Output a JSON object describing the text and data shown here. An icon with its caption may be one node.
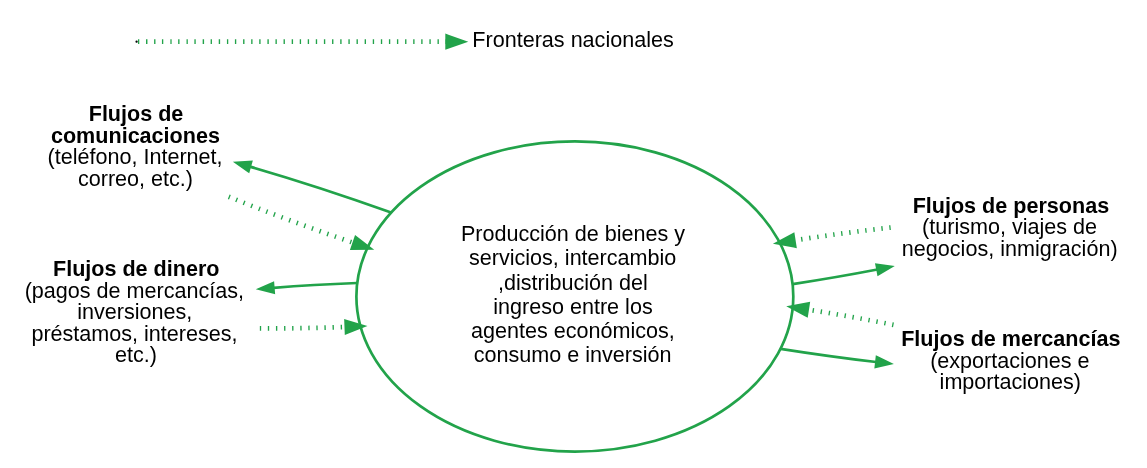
{
  "diagram": {
    "nodes": [
      {
        "text": [
          "Producción de bienes y servicios, intercambio,distribución del ingreso entre los agentes económicos, consumo e inversión"
        ]
      },
      {
        "text": [
          "Flujos de comunicaciones",
          "(teléfono, Internet, correo, etc.)"
        ]
      },
      {
        "text": [
          "Flujos de personas",
          "(turismo, viajes de negocios, inmigración)"
        ]
      },
      {
        "text": [
          "Flujos de mercancías",
          "(exportaciones e importaciones)"
        ]
      },
      {
        "text": [
          "Flujos de dinero",
          "(pagos de mercancías, inversiones, préstamos, intereses, etc.)"
        ]
      },
      {
        "text": [
          "Fronteras nacionales"
        ]
      }
    ],
    "edges": [
      {
        "from": null,
        "to": 5,
        "arrow": "to",
        "style": "dashed"
      },
      {
        "from": 1,
        "to": 0,
        "arrow": "to",
        "style": "dashed"
      },
      {
        "from": 0,
        "to": 1,
        "arrow": "to"
      },
      {
        "from": 2,
        "to": 0,
        "arrow": "to",
        "style": "dashed"
      },
      {
        "from": 0,
        "to": 2,
        "arrow": "to"
      },
      {
        "from": 0,
        "to": 4,
        "arrow": "to"
      },
      {
        "from": 4,
        "to": 0,
        "arrow": "to",
        "style": "dashed"
      },
      {
        "from": 0,
        "to": 3,
        "arrow": "to"
      },
      {
        "from": 3,
        "to": 0,
        "arrow": "to",
        "style": "dashed"
      }
    ]
  }
}
